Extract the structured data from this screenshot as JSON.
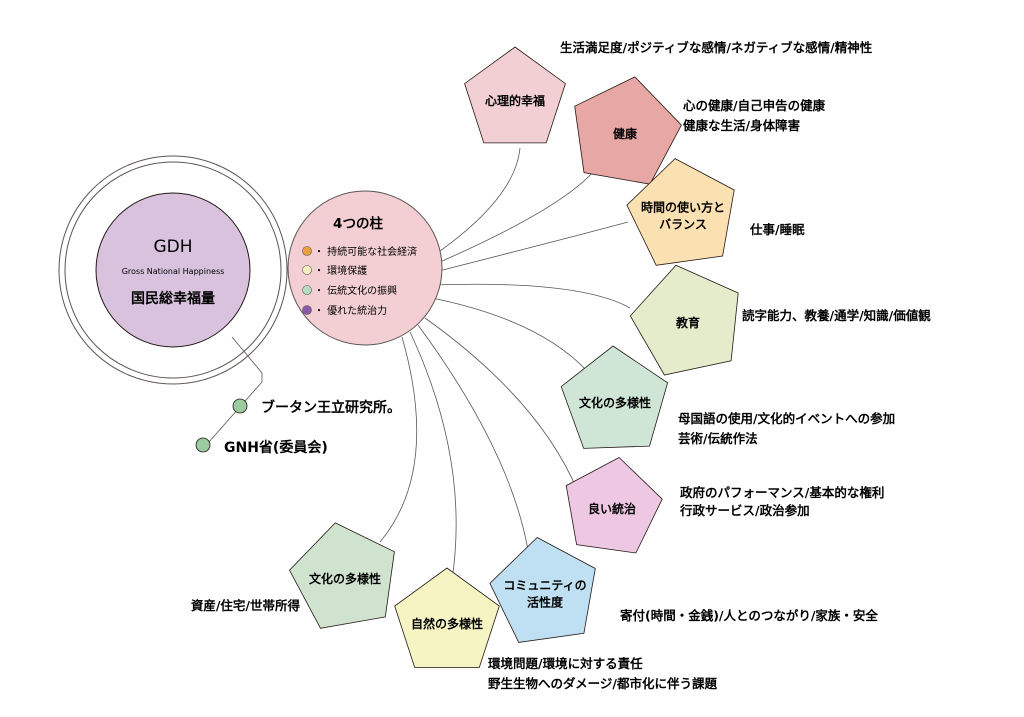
{
  "gdh": {
    "title": "GDH",
    "subtitle": "Gross National Happiness",
    "jp_name": "国民総幸福量"
  },
  "pillars": {
    "title": "4つの柱",
    "items": [
      {
        "label": "・ 持続可能な社会経済",
        "color": "#e8a040"
      },
      {
        "label": "・ 環境保護",
        "color": "#f3f1c4"
      },
      {
        "label": "・ 伝統文化の振興",
        "color": "#b7dcc4"
      },
      {
        "label": "・ 優れた統治力",
        "color": "#8a5aa8"
      }
    ]
  },
  "institutions": [
    {
      "label": "ブータン王立研究所。"
    },
    {
      "label": "GNH省(委員会)"
    }
  ],
  "domains": [
    {
      "name": "psychological",
      "lines": [
        "心理的幸福"
      ],
      "fill": "#f2cfd3",
      "desc": [
        "生活満足度/ポジティブな感情/ネガティブな感情/精神性"
      ]
    },
    {
      "name": "health",
      "lines": [
        "健康"
      ],
      "fill": "#e7a7a4",
      "desc": [
        "心の健康/自己申告の健康",
        "健康な生活/身体障害"
      ]
    },
    {
      "name": "time-balance",
      "lines": [
        "時間の使い方と",
        "バランス"
      ],
      "fill": "#fbe1b2",
      "desc": [
        "仕事/睡眠"
      ]
    },
    {
      "name": "education",
      "lines": [
        "教育"
      ],
      "fill": "#e5eccb",
      "desc": [
        "読字能力、教養/通学/知識/価値観"
      ]
    },
    {
      "name": "cultural-diversity",
      "lines": [
        "文化の多様性"
      ],
      "fill": "#cfe6d6",
      "desc": [
        "母国語の使用/文化的イベントへの参加",
        "芸術/伝統作法"
      ]
    },
    {
      "name": "good-governance",
      "lines": [
        "良い統治"
      ],
      "fill": "#eec8e2",
      "desc": [
        "政府のパフォーマンス/基本的な権利",
        "行政サービス/政治参加"
      ]
    },
    {
      "name": "community-vitality",
      "lines": [
        "コミュニティの",
        "活性度"
      ],
      "fill": "#bfe0f3",
      "desc": [
        "寄付(時間・金銭)/人とのつながり/家族・安全"
      ]
    },
    {
      "name": "ecological-diversity",
      "lines": [
        "自然の多様性"
      ],
      "fill": "#f5f4c2",
      "desc": [
        "環境問題/環境に対する責任",
        "野生生物へのダメージ/都市化に伴う課題"
      ]
    },
    {
      "name": "living-standards",
      "lines": [
        "文化の多様性"
      ],
      "fill": "#cfe3cf",
      "desc": [
        "資産/住宅/世帯所得"
      ]
    }
  ]
}
